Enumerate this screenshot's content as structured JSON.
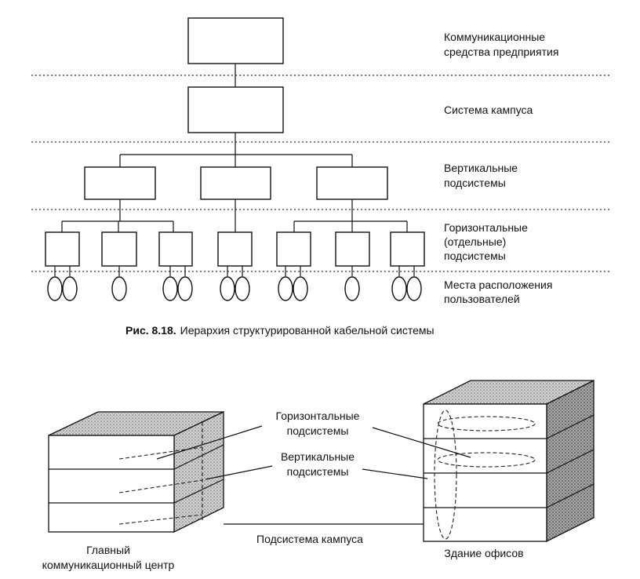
{
  "figure_top": {
    "levels": [
      {
        "line1": "Коммуникационные",
        "line2": "средства предприятия"
      },
      {
        "line1": "Система кампуса"
      },
      {
        "line1": "Вертикальные",
        "line2": "подсистемы"
      },
      {
        "line1": "Горизонтальные",
        "line2": "(отдельные)",
        "line3": "подсистемы"
      },
      {
        "line1": "Места расположения",
        "line2": "пользователей"
      }
    ],
    "caption_prefix": "Рис. 8.18.",
    "caption_text": "Иерархия структурированной кабельной системы"
  },
  "figure_bottom": {
    "horizontal_label": {
      "line1": "Горизонтальные",
      "line2": "подсистемы"
    },
    "vertical_label": {
      "line1": "Вертикальные",
      "line2": "подсистемы"
    },
    "campus_label": "Подсистема кампуса",
    "main_center": {
      "line1": "Главный",
      "line2": "коммуникационный центр"
    },
    "office_building": "Здание офисов"
  }
}
